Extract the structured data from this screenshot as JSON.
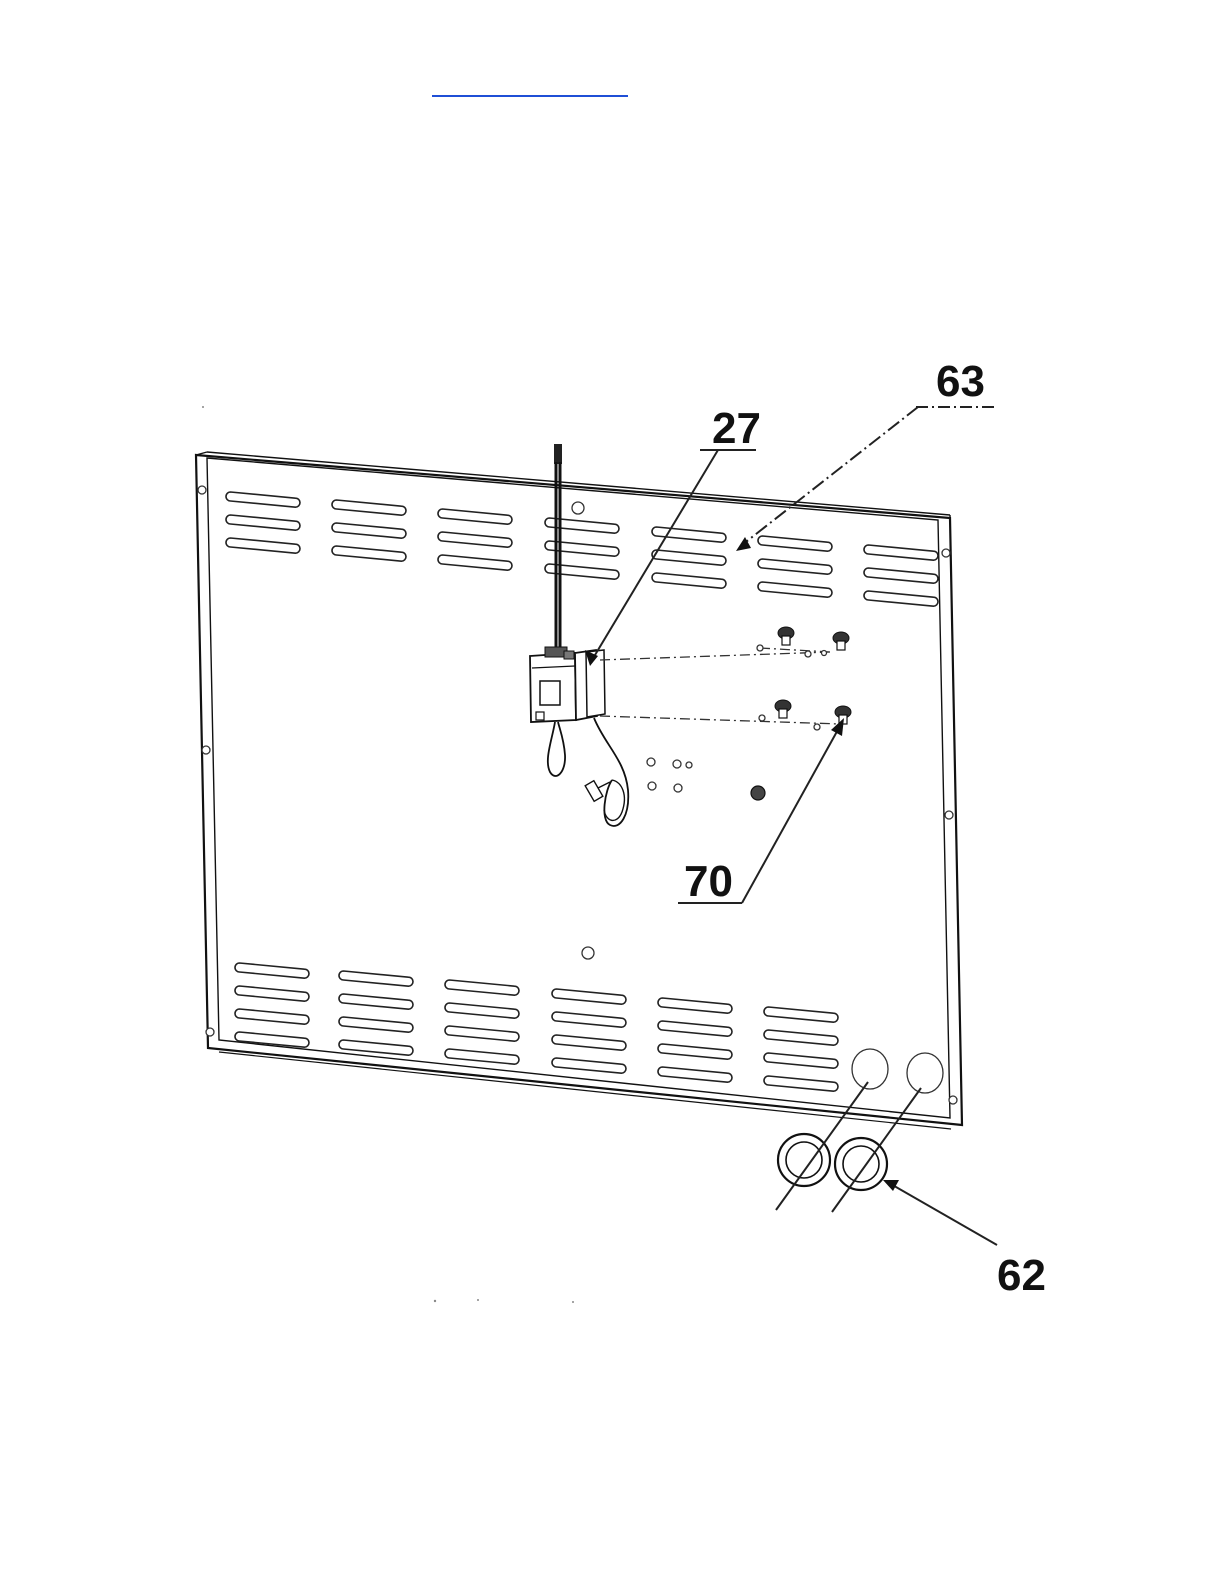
{
  "callouts": {
    "part_27": "27",
    "part_63": "63",
    "part_70": "70",
    "part_62": "62"
  },
  "colors": {
    "line": "#111111",
    "top_rule": "#1f4fd6",
    "background": "#ffffff"
  }
}
